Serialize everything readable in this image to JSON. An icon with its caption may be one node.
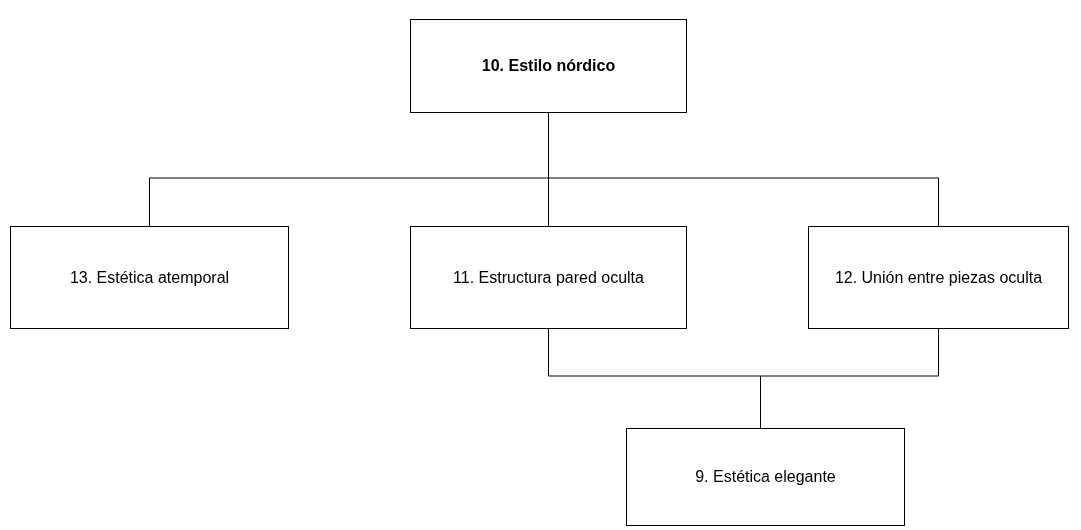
{
  "diagram": {
    "nodes": [
      {
        "text": [
          "10. Estilo nórdico"
        ]
      },
      {
        "text": [
          "13. Estética atemporal"
        ]
      },
      {
        "text": [
          "11. Estructura pared oculta"
        ]
      },
      {
        "text": [
          "12. Unión entre piezas oculta"
        ]
      },
      {
        "text": [
          "9. Estética elegante"
        ]
      }
    ],
    "edges": [
      {
        "from": 0,
        "to": 1,
        "arrow": "none"
      },
      {
        "from": 0,
        "to": 2,
        "arrow": "none"
      },
      {
        "from": 0,
        "to": 3,
        "arrow": "none"
      },
      {
        "from": 2,
        "to": 4,
        "arrow": "none"
      },
      {
        "from": 3,
        "to": 4,
        "arrow": "none"
      }
    ]
  }
}
